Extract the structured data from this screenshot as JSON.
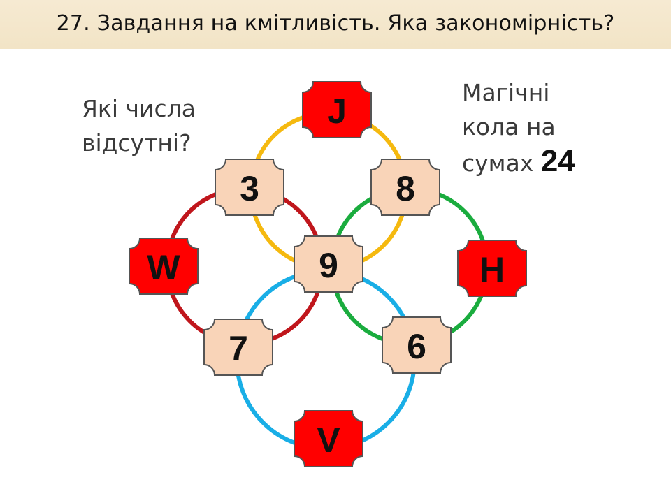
{
  "title": "27. Завдання на кмітливість. Яка закономірність?",
  "left_note": {
    "line1": "Які числа",
    "line2": "відсутні?"
  },
  "right_note": {
    "line1": "Магічні",
    "line2": "кола на",
    "line3_prefix": "сумах",
    "line3_number": "24"
  },
  "circles": [
    {
      "name": "top",
      "color": "#f5b90f"
    },
    {
      "name": "left",
      "color": "#c0161c"
    },
    {
      "name": "right",
      "color": "#1aac3e"
    },
    {
      "name": "bottom",
      "color": "#19aee6"
    }
  ],
  "tiles": [
    {
      "id": "J",
      "label": "J",
      "kind": "unknown"
    },
    {
      "id": "3",
      "label": "3",
      "kind": "number"
    },
    {
      "id": "8",
      "label": "8",
      "kind": "number"
    },
    {
      "id": "W",
      "label": "W",
      "kind": "unknown"
    },
    {
      "id": "9",
      "label": "9",
      "kind": "number"
    },
    {
      "id": "H",
      "label": "H",
      "kind": "unknown"
    },
    {
      "id": "7",
      "label": "7",
      "kind": "number"
    },
    {
      "id": "6",
      "label": "6",
      "kind": "number"
    },
    {
      "id": "V",
      "label": "V",
      "kind": "unknown"
    }
  ],
  "colors": {
    "unknown_fill": "#ff0000",
    "number_fill": "#f9d4b8",
    "tile_border": "#555555",
    "title_band": "#f4e7cb"
  }
}
